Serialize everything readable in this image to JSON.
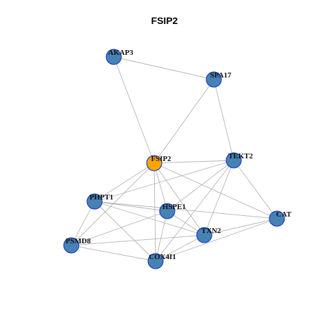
{
  "title": "FSIP2",
  "colors": {
    "background": "#ffffff",
    "edge": "#b4b4b4",
    "node_default": "#4682b4",
    "node_border": "#1f3fbf",
    "node_focus": "#ffa500"
  },
  "nodes": [
    {
      "id": "AKAP3",
      "label": "AKAP3",
      "focus": false
    },
    {
      "id": "SPA17",
      "label": "SPA17",
      "focus": false
    },
    {
      "id": "FSIP2",
      "label": "FSIP2",
      "focus": true
    },
    {
      "id": "TEKT2",
      "label": "TEKT2",
      "focus": false
    },
    {
      "id": "PHPT1",
      "label": "PHPT1",
      "focus": false
    },
    {
      "id": "HSPE1",
      "label": "HSPE1",
      "focus": false
    },
    {
      "id": "CAT",
      "label": "CAT",
      "focus": false
    },
    {
      "id": "TXN2",
      "label": "TXN2",
      "focus": false
    },
    {
      "id": "PSMD8",
      "label": "PSMD8",
      "focus": false
    },
    {
      "id": "COX4I1",
      "label": "COX4I1",
      "focus": false
    }
  ],
  "edges": [
    [
      "AKAP3",
      "SPA17"
    ],
    [
      "AKAP3",
      "FSIP2"
    ],
    [
      "SPA17",
      "FSIP2"
    ],
    [
      "SPA17",
      "TEKT2"
    ],
    [
      "FSIP2",
      "TEKT2"
    ],
    [
      "FSIP2",
      "PHPT1"
    ],
    [
      "FSIP2",
      "HSPE1"
    ],
    [
      "FSIP2",
      "TXN2"
    ],
    [
      "FSIP2",
      "PSMD8"
    ],
    [
      "FSIP2",
      "COX4I1"
    ],
    [
      "FSIP2",
      "CAT"
    ],
    [
      "TEKT2",
      "PHPT1"
    ],
    [
      "TEKT2",
      "HSPE1"
    ],
    [
      "TEKT2",
      "TXN2"
    ],
    [
      "TEKT2",
      "CAT"
    ],
    [
      "TEKT2",
      "COX4I1"
    ],
    [
      "PHPT1",
      "HSPE1"
    ],
    [
      "PHPT1",
      "TXN2"
    ],
    [
      "PHPT1",
      "CAT"
    ],
    [
      "PHPT1",
      "PSMD8"
    ],
    [
      "PHPT1",
      "COX4I1"
    ],
    [
      "HSPE1",
      "TXN2"
    ],
    [
      "HSPE1",
      "PSMD8"
    ],
    [
      "HSPE1",
      "COX4I1"
    ],
    [
      "TXN2",
      "CAT"
    ],
    [
      "TXN2",
      "PSMD8"
    ],
    [
      "TXN2",
      "COX4I1"
    ],
    [
      "CAT",
      "COX4I1"
    ],
    [
      "PSMD8",
      "COX4I1"
    ]
  ]
}
